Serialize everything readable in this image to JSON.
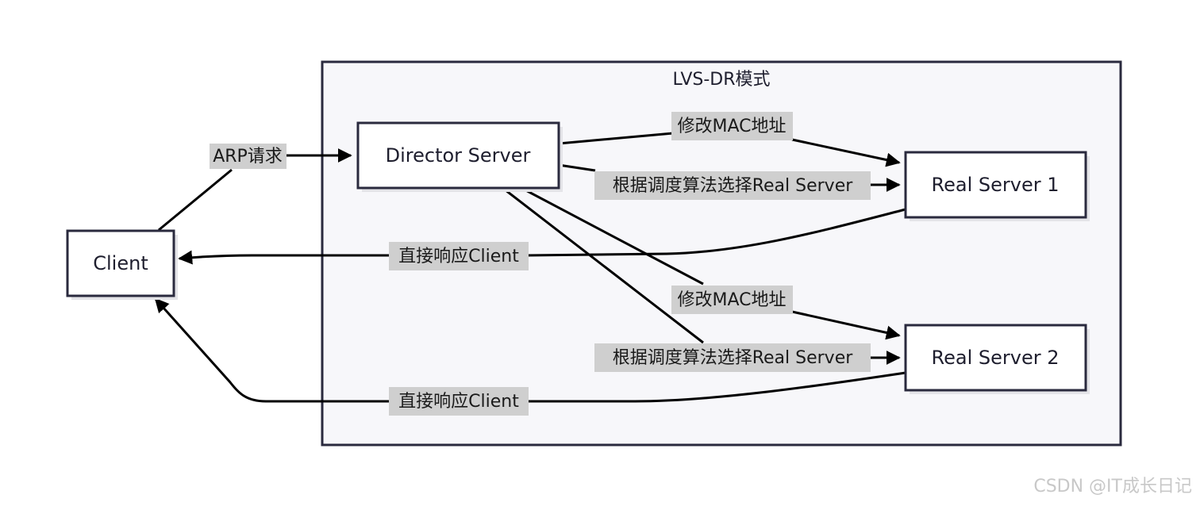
{
  "diagram": {
    "cluster": {
      "title": "LVS-DR模式"
    },
    "nodes": {
      "client": "Client",
      "director": "Director Server",
      "real_server_1": "Real Server 1",
      "real_server_2": "Real Server 2"
    },
    "edges": {
      "arp_request": "ARP请求",
      "modify_mac_1": "修改MAC地址",
      "select_rs_1": "根据调度算法选择Real Server",
      "reply_client_1": "直接响应Client",
      "modify_mac_2": "修改MAC地址",
      "select_rs_2": "根据调度算法选择Real Server",
      "reply_client_2": "直接响应Client"
    }
  },
  "watermark": "CSDN @IT成长日记"
}
